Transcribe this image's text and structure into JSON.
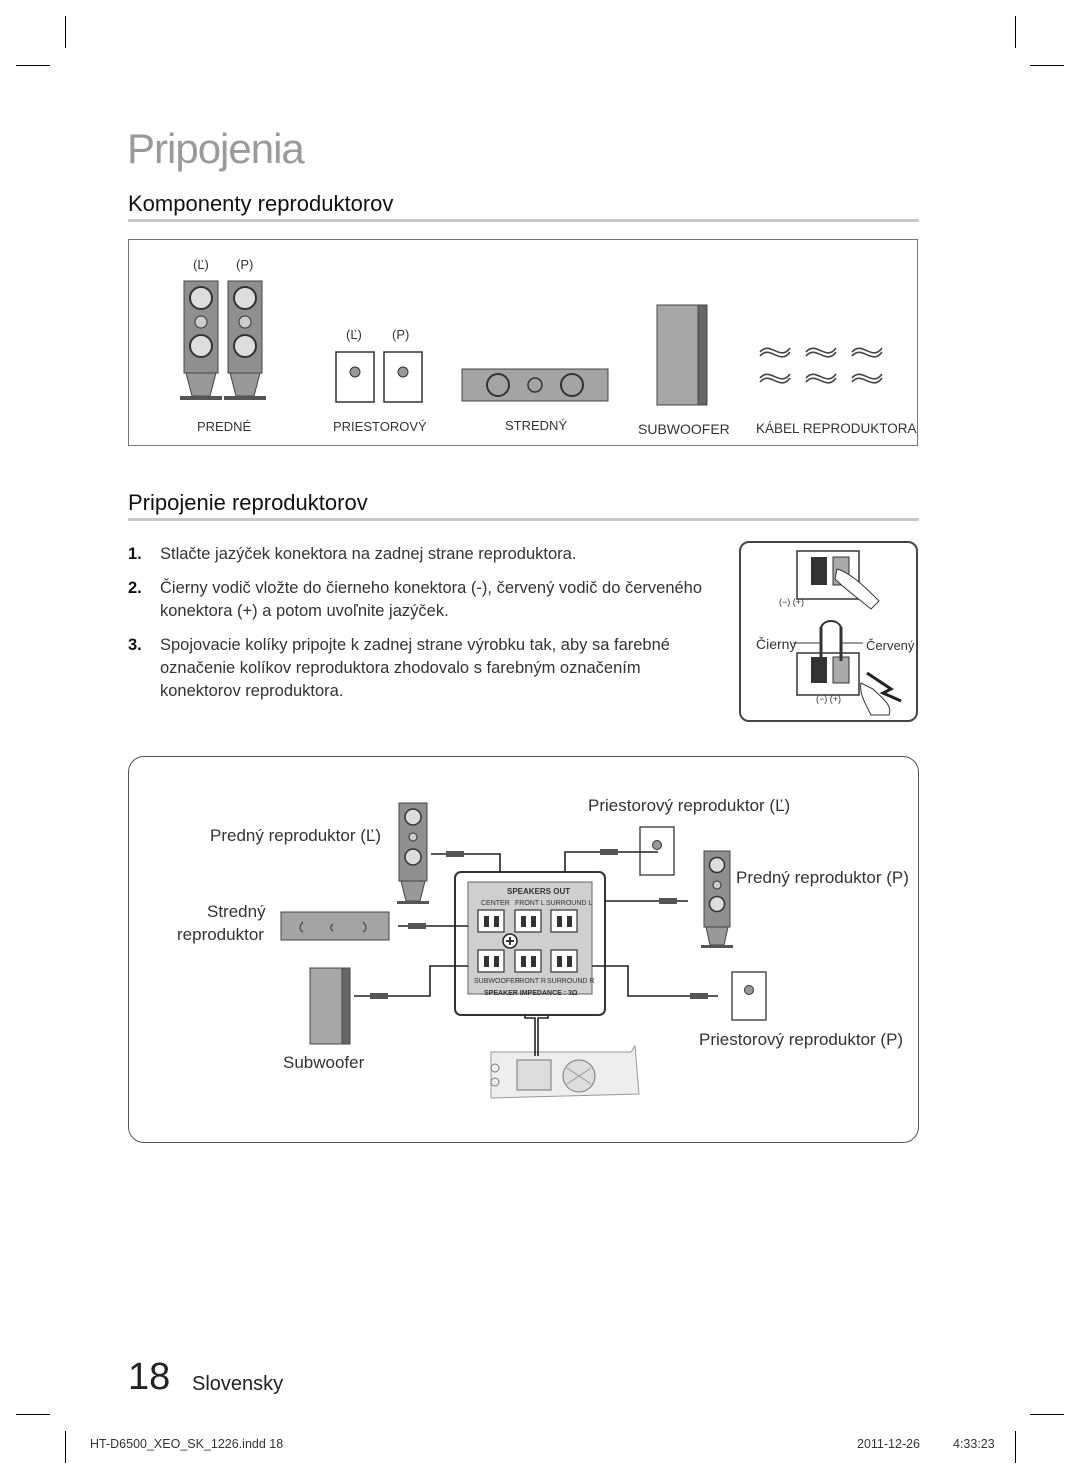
{
  "page_title": "Pripojenia",
  "section1": {
    "title": "Komponenty reproduktorov",
    "lr_left": "(Ľ)",
    "lr_right": "(P)",
    "labels": {
      "front": "PREDNÉ",
      "surround": "PRIESTOROVÝ",
      "center": "STREDNÝ",
      "subwoofer": "SUBWOOFER",
      "cable": "KÁBEL REPRODUKTORA"
    }
  },
  "section2": {
    "title": "Pripojenie reproduktorov",
    "steps": [
      {
        "num": "1.",
        "text": "Stlačte jazýček konektora na zadnej strane reproduktora."
      },
      {
        "num": "2.",
        "text": "Čierny vodič vložte do čierneho konektora (-), červený vodič do červeného konektora (+) a potom uvoľnite jazýček."
      },
      {
        "num": "3.",
        "text": "Spojovacie kolíky pripojte k zadnej strane výrobku tak, aby sa farebné označenie kolíkov reproduktora zhodovalo s farebným označením konektorov reproduktora."
      }
    ],
    "inset": {
      "black_label": "Čierny",
      "red_label": "Červený",
      "polarity": "(−) (+)"
    }
  },
  "diagram": {
    "front_left": "Predný reproduktor (Ľ)",
    "surround_left": "Priestorový reproduktor (Ľ)",
    "front_right": "Predný reproduktor (P)",
    "center_line1": "Stredný",
    "center_line2": "reproduktor",
    "surround_right": "Priestorový reproduktor (P)",
    "subwoofer": "Subwoofer",
    "panel": {
      "header": "SPEAKERS OUT",
      "center": "CENTER",
      "front_l": "FRONT L",
      "surround_l": "SURROUND L",
      "subwoofer": "SUBWOOFER",
      "front_r": "FRONT R",
      "surround_r": "SURROUND R",
      "impedance": "SPEAKER IMPEDANCE : 3Ω"
    }
  },
  "footer": {
    "page_number": "18",
    "language": "Slovensky",
    "slug_file": "HT-D6500_XEO_SK_1226.indd   18",
    "slug_date": "2011-12-26",
    "slug_time": "4:33:23"
  }
}
